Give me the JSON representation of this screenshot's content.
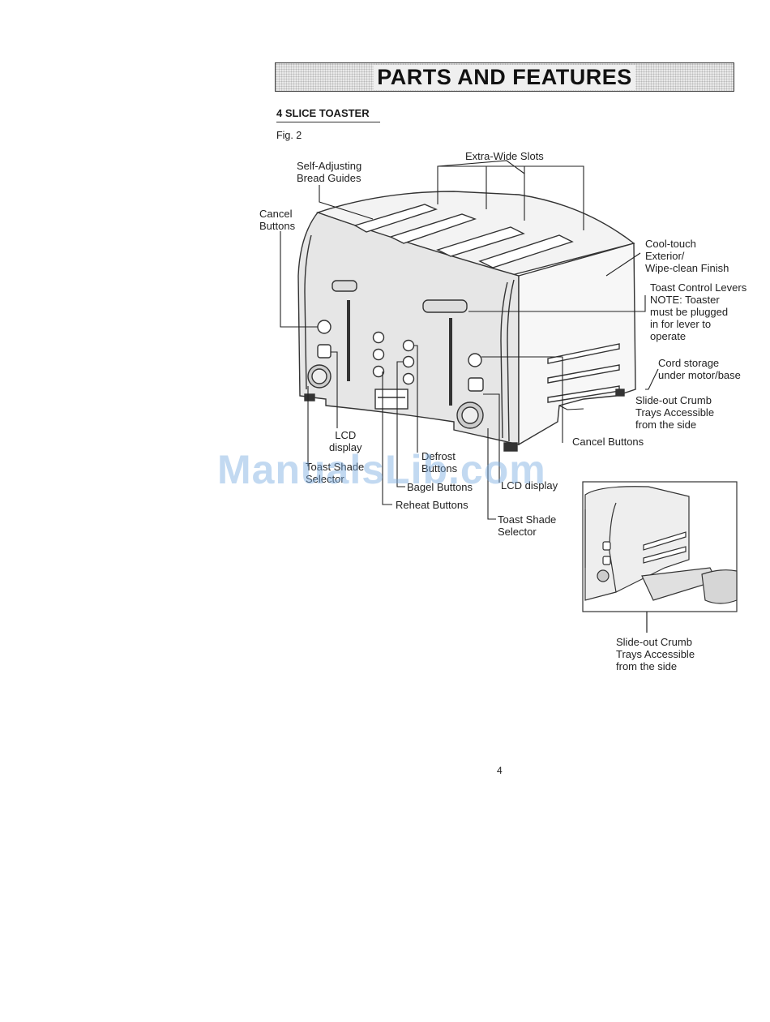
{
  "page": {
    "title": "PARTS AND FEATURES",
    "subtitle": "4 SLICE TOASTER",
    "figure_label": "Fig. 2",
    "page_number": "4",
    "watermark": "ManualsLib.com"
  },
  "labels": {
    "extra_wide_slots": "Extra-Wide Slots",
    "bread_guides": "Self-Adjusting\nBread Guides",
    "cancel_buttons_left": "Cancel\nButtons",
    "cool_touch": "Cool-touch\nExterior/\nWipe-clean Finish",
    "toast_control_levers": "Toast Control Levers\nNOTE: Toaster\nmust be plugged\nin for lever to\noperate",
    "cord_storage": "Cord storage\nunder motor/base",
    "crumb_trays": "Slide-out Crumb\nTrays Accessible\nfrom the side",
    "cancel_buttons_right": "Cancel Buttons",
    "lcd_display_left": "LCD\ndisplay",
    "toast_shade_selector_left": "Toast Shade\nSelector",
    "defrost_buttons": "Defrost\nButtons",
    "bagel_buttons": "Bagel Buttons",
    "reheat_buttons": "Reheat Buttons",
    "lcd_display_right": "LCD display",
    "toast_shade_selector_right": "Toast Shade\nSelector",
    "inset_crumb_trays": "Slide-out Crumb\nTrays Accessible\nfrom the side"
  }
}
